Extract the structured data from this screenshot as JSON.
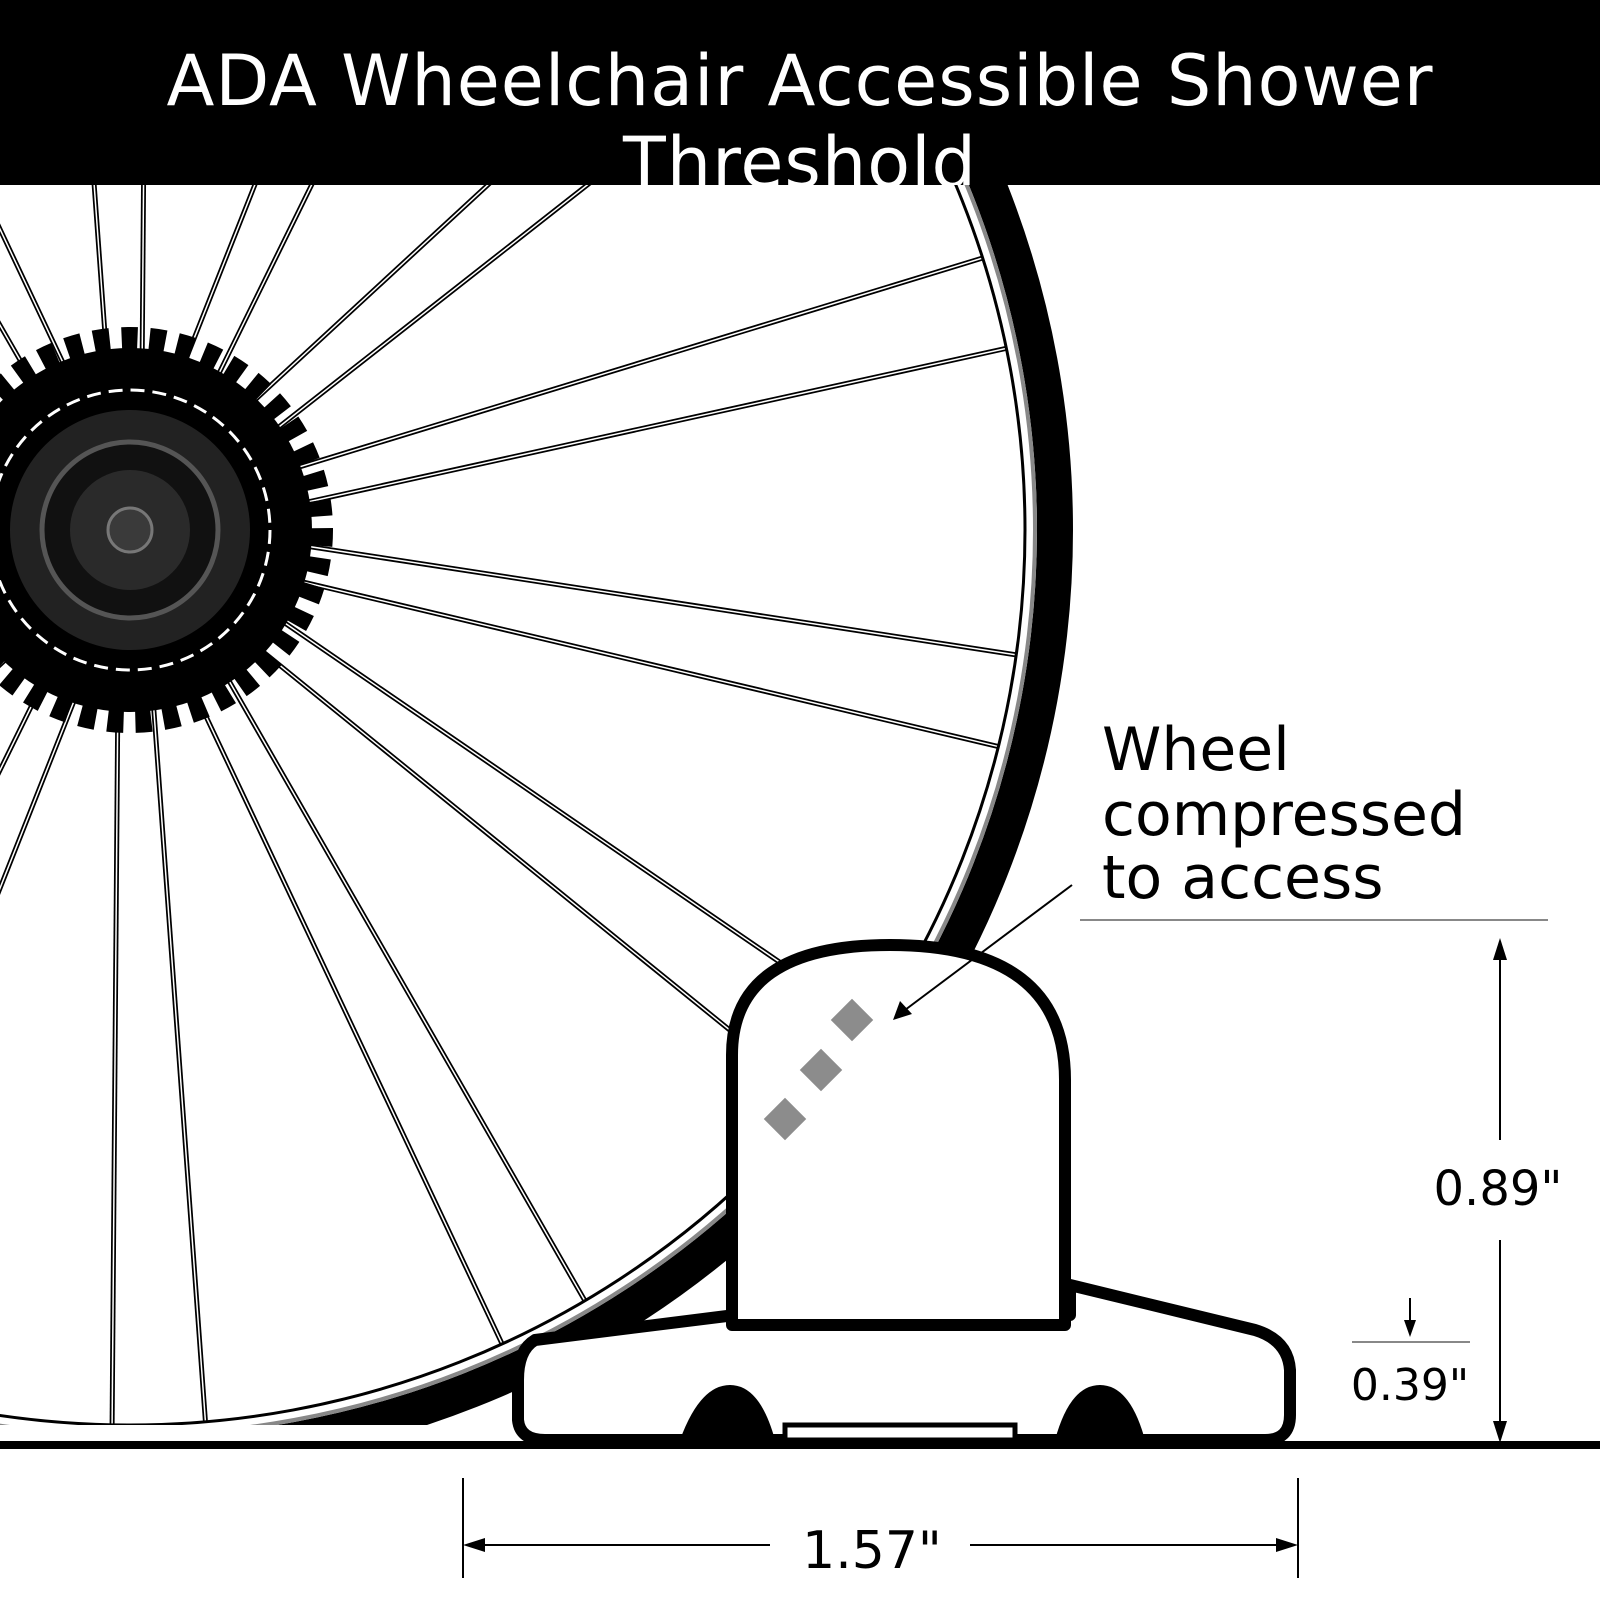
{
  "title": "ADA Wheelchair Accessible Shower Threshold",
  "callout": {
    "lines": [
      "Wheel",
      "compressed",
      "to  access"
    ]
  },
  "dimensions": {
    "height": "0.89\"",
    "base_height": "0.39\"",
    "width": "1.57\""
  },
  "icons": {
    "wheel": "wheelchair-wheel-icon",
    "threshold": "threshold-profile-icon"
  },
  "colors": {
    "ink": "#000000",
    "paper": "#ffffff",
    "marker": "#8c8c8c"
  }
}
